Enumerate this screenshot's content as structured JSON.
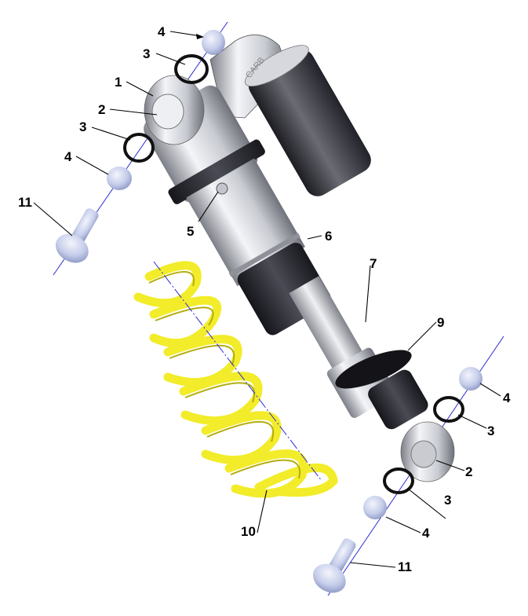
{
  "callouts": [
    {
      "id": "c1",
      "label": "1"
    },
    {
      "id": "c2a",
      "label": "2"
    },
    {
      "id": "c2b",
      "label": "2"
    },
    {
      "id": "c3a",
      "label": "3"
    },
    {
      "id": "c3b",
      "label": "3"
    },
    {
      "id": "c3c",
      "label": "3"
    },
    {
      "id": "c3d",
      "label": "3"
    },
    {
      "id": "c4a",
      "label": "4"
    },
    {
      "id": "c4b",
      "label": "4"
    },
    {
      "id": "c4c",
      "label": "4"
    },
    {
      "id": "c4d",
      "label": "4"
    },
    {
      "id": "c5",
      "label": "5"
    },
    {
      "id": "c6",
      "label": "6"
    },
    {
      "id": "c7",
      "label": "7"
    },
    {
      "id": "c9",
      "label": "9"
    },
    {
      "id": "c10",
      "label": "10"
    },
    {
      "id": "c11a",
      "label": "11"
    },
    {
      "id": "c11b",
      "label": "11"
    }
  ],
  "reservoir_logo": "CARB",
  "colors": {
    "spring": "#f2ec2a",
    "aluminium": "#d9dbe0",
    "dark_body": "#3a3b44",
    "axis_line": "#2b2bd6",
    "hardware": "#b9c6ea"
  }
}
